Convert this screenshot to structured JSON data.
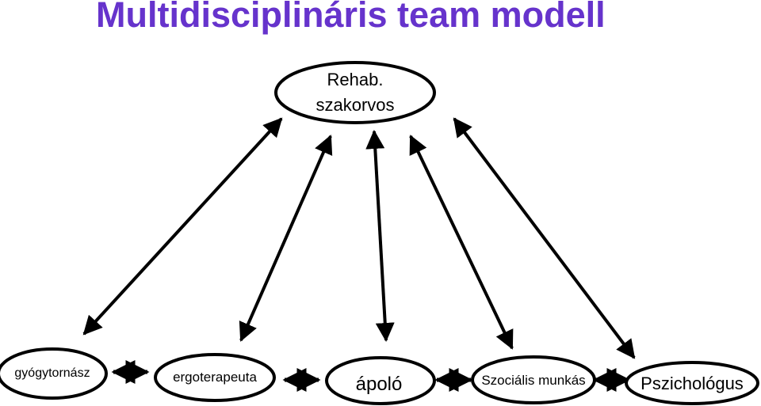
{
  "title": "Multidisciplináris team modell",
  "colors": {
    "title": "#6633CC",
    "stroke": "#000000",
    "background": "#FFFFFF"
  },
  "nodes": {
    "rehab_line1": "Rehab.",
    "rehab_line2": "szakorvos",
    "gyogytornasz": "gyógytornász",
    "ergoterapeuta": "ergoterapeuta",
    "apolo": "ápoló",
    "szocialis": "Szociális munkás",
    "pszichologus": "Pszichológus"
  }
}
